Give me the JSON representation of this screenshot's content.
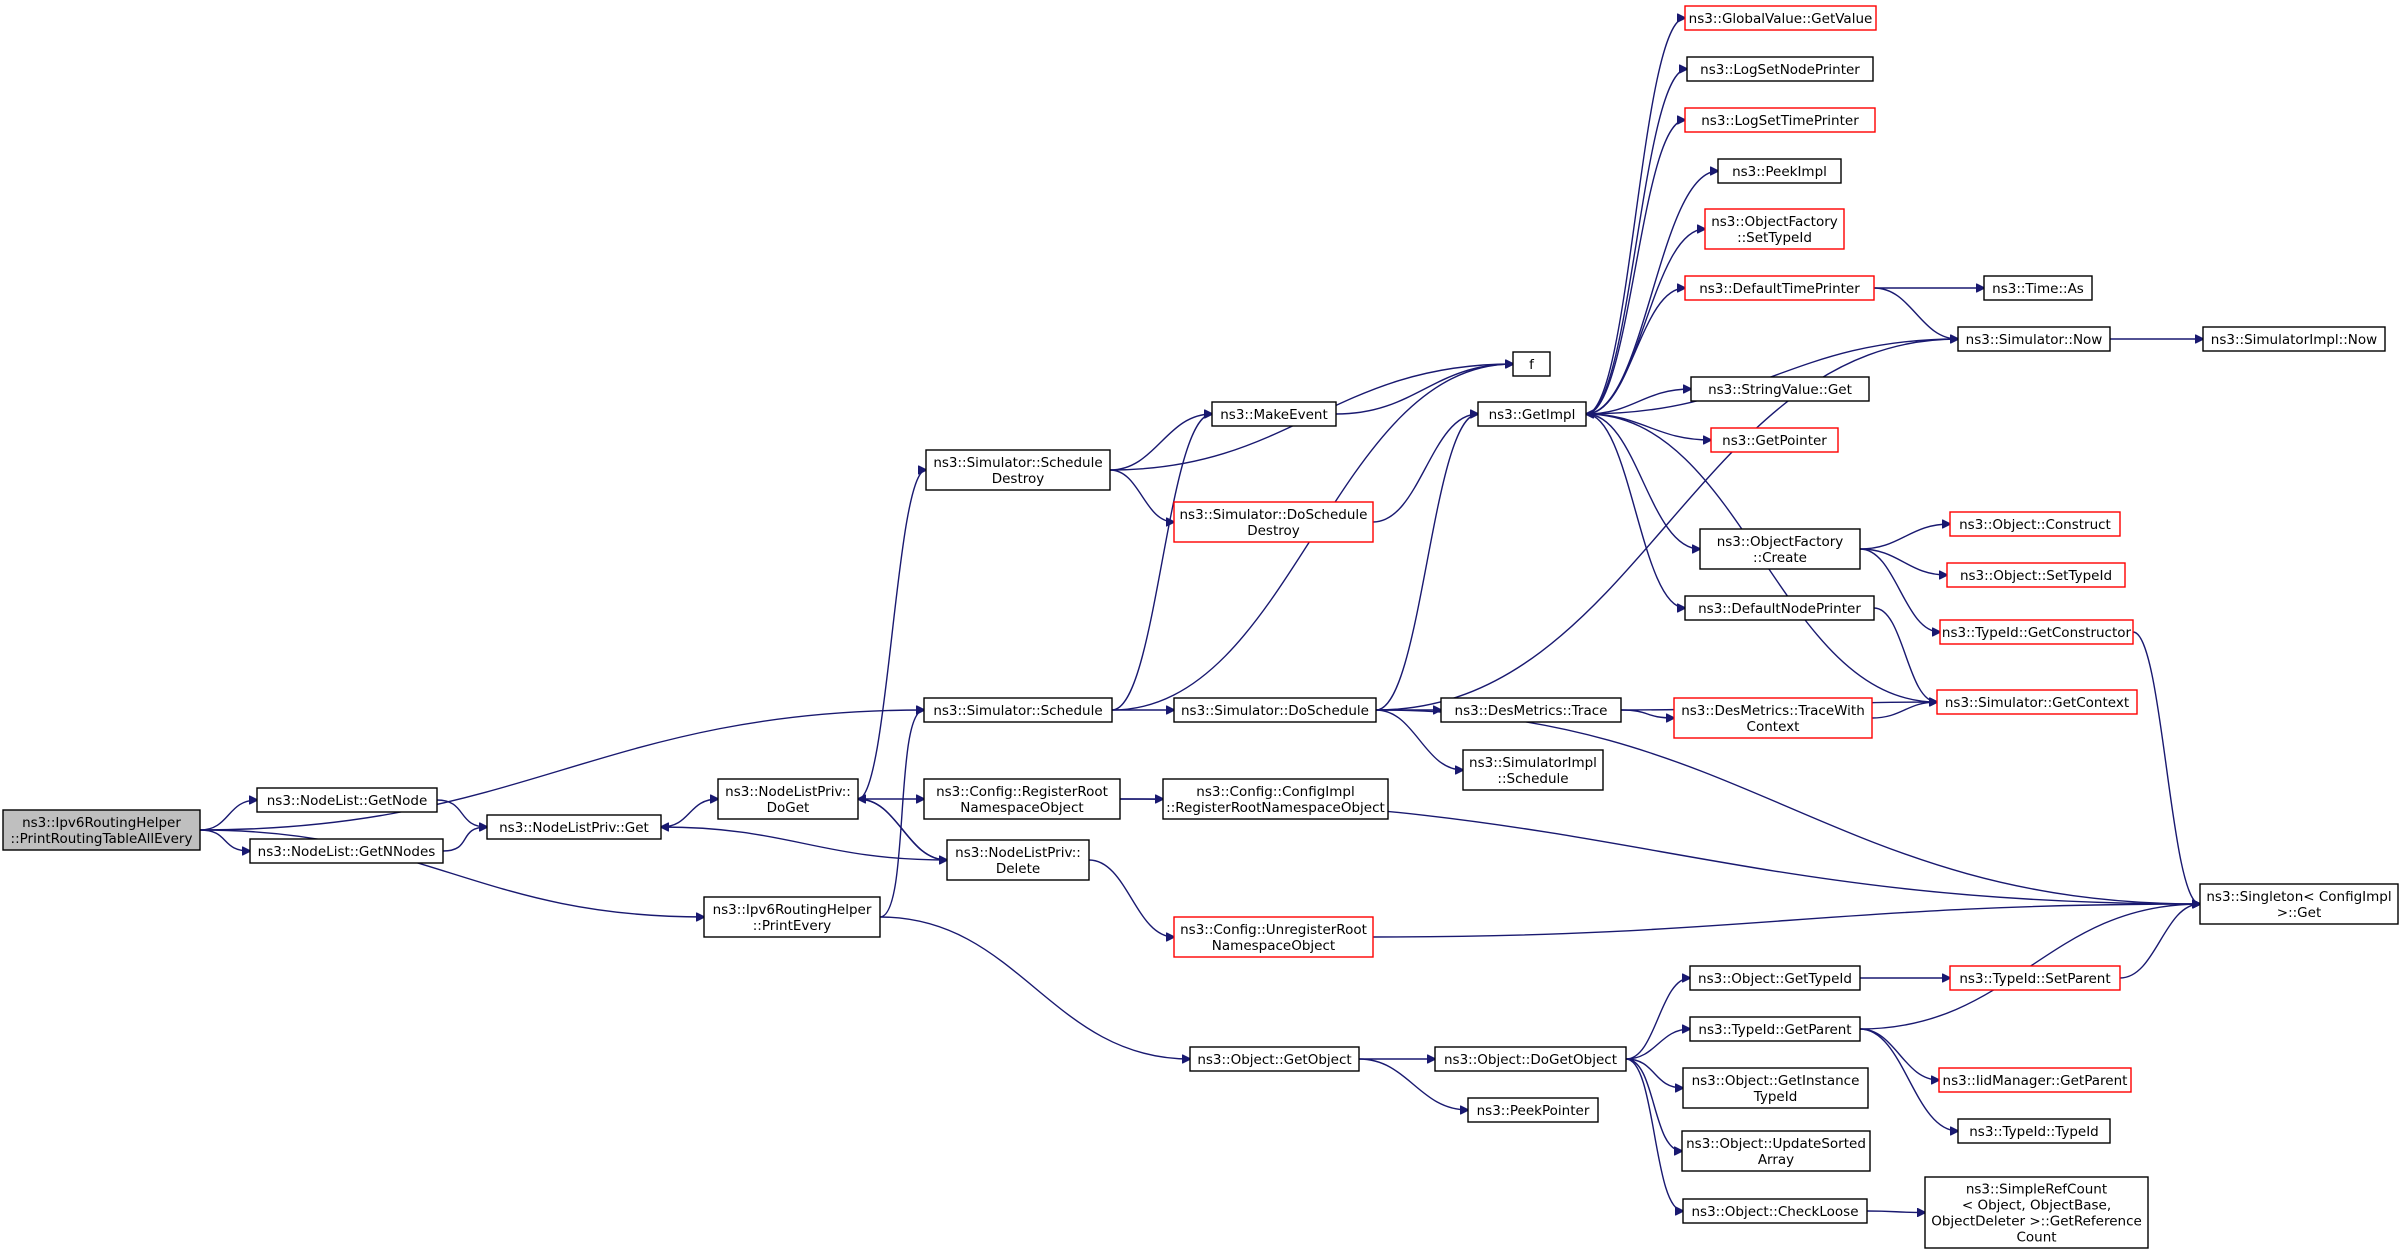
{
  "colors": {
    "edge": "#191970",
    "border_normal": "#000000",
    "border_truncated": "#ff0000",
    "root_fill": "#bfbfbf",
    "fill": "#ffffff"
  },
  "nodes": [
    {
      "id": "root",
      "lines": [
        "ns3::Ipv6RoutingHelper",
        "::PrintRoutingTableAllEvery"
      ],
      "style": "root"
    },
    {
      "id": "getnode",
      "lines": [
        "ns3::NodeList::GetNode"
      ],
      "style": "normal"
    },
    {
      "id": "getnnodes",
      "lines": [
        "ns3::NodeList::GetNNodes"
      ],
      "style": "normal"
    },
    {
      "id": "nlpget",
      "lines": [
        "ns3::NodeListPriv::Get"
      ],
      "style": "normal"
    },
    {
      "id": "nlpdoget",
      "lines": [
        "ns3::NodeListPriv::",
        "DoGet"
      ],
      "style": "normal"
    },
    {
      "id": "nlpdelete",
      "lines": [
        "ns3::NodeListPriv::",
        "Delete"
      ],
      "style": "normal"
    },
    {
      "id": "printevery",
      "lines": [
        "ns3::Ipv6RoutingHelper",
        "::PrintEvery"
      ],
      "style": "normal"
    },
    {
      "id": "schedule",
      "lines": [
        "ns3::Simulator::Schedule"
      ],
      "style": "normal"
    },
    {
      "id": "scheddestroy",
      "lines": [
        "ns3::Simulator::Schedule",
        "Destroy"
      ],
      "style": "normal"
    },
    {
      "id": "cfgregister",
      "lines": [
        "ns3::Config::RegisterRoot",
        "NamespaceObject"
      ],
      "style": "normal"
    },
    {
      "id": "cfgunregister",
      "lines": [
        "ns3::Config::UnregisterRoot",
        "NamespaceObject"
      ],
      "style": "truncated"
    },
    {
      "id": "makeevent",
      "lines": [
        "ns3::MakeEvent"
      ],
      "style": "normal"
    },
    {
      "id": "doschedestroy",
      "lines": [
        "ns3::Simulator::DoSchedule",
        "Destroy"
      ],
      "style": "truncated"
    },
    {
      "id": "doschedule",
      "lines": [
        "ns3::Simulator::DoSchedule"
      ],
      "style": "normal"
    },
    {
      "id": "cfgimplreg",
      "lines": [
        "ns3::Config::ConfigImpl",
        "::RegisterRootNamespaceObject"
      ],
      "style": "normal"
    },
    {
      "id": "f",
      "lines": [
        "f"
      ],
      "style": "normal"
    },
    {
      "id": "getimpl",
      "lines": [
        "ns3::GetImpl"
      ],
      "style": "normal"
    },
    {
      "id": "desmetrics",
      "lines": [
        "ns3::DesMetrics::Trace"
      ],
      "style": "normal"
    },
    {
      "id": "simimplsched",
      "lines": [
        "ns3::SimulatorImpl",
        "::Schedule"
      ],
      "style": "normal"
    },
    {
      "id": "getobject",
      "lines": [
        "ns3::Object::GetObject"
      ],
      "style": "normal"
    },
    {
      "id": "peekpointer",
      "lines": [
        "ns3::PeekPointer"
      ],
      "style": "normal"
    },
    {
      "id": "dogetobject",
      "lines": [
        "ns3::Object::DoGetObject"
      ],
      "style": "normal"
    },
    {
      "id": "gvgetvalue",
      "lines": [
        "ns3::GlobalValue::GetValue"
      ],
      "style": "truncated"
    },
    {
      "id": "lognode",
      "lines": [
        "ns3::LogSetNodePrinter"
      ],
      "style": "normal"
    },
    {
      "id": "logtime",
      "lines": [
        "ns3::LogSetTimePrinter"
      ],
      "style": "truncated"
    },
    {
      "id": "peekimpl",
      "lines": [
        "ns3::PeekImpl"
      ],
      "style": "normal"
    },
    {
      "id": "ofsettypeid",
      "lines": [
        "ns3::ObjectFactory",
        "::SetTypeId"
      ],
      "style": "truncated"
    },
    {
      "id": "deftimeprinter",
      "lines": [
        "ns3::DefaultTimePrinter"
      ],
      "style": "truncated"
    },
    {
      "id": "stringget",
      "lines": [
        "ns3::StringValue::Get"
      ],
      "style": "normal"
    },
    {
      "id": "getpointer",
      "lines": [
        "ns3::GetPointer"
      ],
      "style": "truncated"
    },
    {
      "id": "ofcreate",
      "lines": [
        "ns3::ObjectFactory",
        "::Create"
      ],
      "style": "normal"
    },
    {
      "id": "defnodeprinter",
      "lines": [
        "ns3::DefaultNodePrinter"
      ],
      "style": "normal"
    },
    {
      "id": "tracewith",
      "lines": [
        "ns3::DesMetrics::TraceWith",
        "Context"
      ],
      "style": "truncated"
    },
    {
      "id": "gettypeid",
      "lines": [
        "ns3::Object::GetTypeId"
      ],
      "style": "normal"
    },
    {
      "id": "tidgetparent",
      "lines": [
        "ns3::TypeId::GetParent"
      ],
      "style": "normal"
    },
    {
      "id": "getinstance",
      "lines": [
        "ns3::Object::GetInstance",
        "TypeId"
      ],
      "style": "normal"
    },
    {
      "id": "updatesorted",
      "lines": [
        "ns3::Object::UpdateSorted",
        "Array"
      ],
      "style": "normal"
    },
    {
      "id": "checkloose",
      "lines": [
        "ns3::Object::CheckLoose"
      ],
      "style": "normal"
    },
    {
      "id": "timeas",
      "lines": [
        "ns3::Time::As"
      ],
      "style": "normal"
    },
    {
      "id": "simnow",
      "lines": [
        "ns3::Simulator::Now"
      ],
      "style": "normal"
    },
    {
      "id": "construct",
      "lines": [
        "ns3::Object::Construct"
      ],
      "style": "truncated"
    },
    {
      "id": "objsettypeid",
      "lines": [
        "ns3::Object::SetTypeId"
      ],
      "style": "truncated"
    },
    {
      "id": "getconstructor",
      "lines": [
        "ns3::TypeId::GetConstructor"
      ],
      "style": "truncated"
    },
    {
      "id": "getcontext",
      "lines": [
        "ns3::Simulator::GetContext"
      ],
      "style": "truncated"
    },
    {
      "id": "tidsetparent",
      "lines": [
        "ns3::TypeId::SetParent"
      ],
      "style": "truncated"
    },
    {
      "id": "iidgetparent",
      "lines": [
        "ns3::IidManager::GetParent"
      ],
      "style": "truncated"
    },
    {
      "id": "tidtypeid",
      "lines": [
        "ns3::TypeId::TypeId"
      ],
      "style": "normal"
    },
    {
      "id": "refcount",
      "lines": [
        "ns3::SimpleRefCount",
        "< Object, ObjectBase,",
        "ObjectDeleter >::GetReference",
        "Count"
      ],
      "style": "normal"
    },
    {
      "id": "simimplnow",
      "lines": [
        "ns3::SimulatorImpl::Now"
      ],
      "style": "normal"
    },
    {
      "id": "singleton",
      "lines": [
        "ns3::Singleton< ConfigImpl",
        ">::Get"
      ],
      "style": "normal"
    }
  ],
  "edges": [
    {
      "from": "root",
      "to": "getnode"
    },
    {
      "from": "root",
      "to": "getnnodes"
    },
    {
      "from": "root",
      "to": "schedule"
    },
    {
      "from": "root",
      "to": "printevery"
    },
    {
      "from": "getnode",
      "to": "nlpget"
    },
    {
      "from": "getnnodes",
      "to": "nlpget"
    },
    {
      "from": "nlpget",
      "to": "nlpdoget"
    },
    {
      "from": "nlpdoget",
      "to": "scheddestroy"
    },
    {
      "from": "nlpdoget",
      "to": "cfgregister"
    },
    {
      "from": "nlpdoget",
      "to": "nlpdelete"
    },
    {
      "from": "nlpdelete",
      "to": "nlpdoget"
    },
    {
      "from": "nlpdelete",
      "to": "nlpget"
    },
    {
      "from": "nlpdelete",
      "to": "cfgunregister"
    },
    {
      "from": "printevery",
      "to": "schedule"
    },
    {
      "from": "printevery",
      "to": "getobject"
    },
    {
      "from": "scheddestroy",
      "to": "f"
    },
    {
      "from": "scheddestroy",
      "to": "makeevent"
    },
    {
      "from": "scheddestroy",
      "to": "doschedestroy"
    },
    {
      "from": "schedule",
      "to": "makeevent"
    },
    {
      "from": "schedule",
      "to": "f"
    },
    {
      "from": "schedule",
      "to": "doschedule"
    },
    {
      "from": "makeevent",
      "to": "f"
    },
    {
      "from": "doschedestroy",
      "to": "getimpl"
    },
    {
      "from": "cfgregister",
      "to": "cfgimplreg"
    },
    {
      "from": "cfgregister",
      "to": "singleton"
    },
    {
      "from": "cfgunregister",
      "to": "singleton"
    },
    {
      "from": "doschedule",
      "to": "getimpl"
    },
    {
      "from": "doschedule",
      "to": "simnow"
    },
    {
      "from": "doschedule",
      "to": "desmetrics"
    },
    {
      "from": "doschedule",
      "to": "simimplsched"
    },
    {
      "from": "doschedule",
      "to": "singleton"
    },
    {
      "from": "getimpl",
      "to": "gvgetvalue"
    },
    {
      "from": "getimpl",
      "to": "lognode"
    },
    {
      "from": "getimpl",
      "to": "logtime"
    },
    {
      "from": "getimpl",
      "to": "peekimpl"
    },
    {
      "from": "getimpl",
      "to": "ofsettypeid"
    },
    {
      "from": "getimpl",
      "to": "deftimeprinter"
    },
    {
      "from": "getimpl",
      "to": "stringget"
    },
    {
      "from": "getimpl",
      "to": "getpointer"
    },
    {
      "from": "getimpl",
      "to": "ofcreate"
    },
    {
      "from": "getimpl",
      "to": "defnodeprinter"
    },
    {
      "from": "simnow",
      "to": "getimpl"
    },
    {
      "from": "simnow",
      "to": "simimplnow"
    },
    {
      "from": "deftimeprinter",
      "to": "timeas"
    },
    {
      "from": "deftimeprinter",
      "to": "simnow"
    },
    {
      "from": "defnodeprinter",
      "to": "getcontext"
    },
    {
      "from": "getcontext",
      "to": "getimpl"
    },
    {
      "from": "ofcreate",
      "to": "construct"
    },
    {
      "from": "ofcreate",
      "to": "objsettypeid"
    },
    {
      "from": "ofcreate",
      "to": "getconstructor"
    },
    {
      "from": "getconstructor",
      "to": "singleton"
    },
    {
      "from": "desmetrics",
      "to": "tracewith"
    },
    {
      "from": "desmetrics",
      "to": "getcontext"
    },
    {
      "from": "tracewith",
      "to": "getcontext"
    },
    {
      "from": "getobject",
      "to": "dogetobject"
    },
    {
      "from": "getobject",
      "to": "peekpointer"
    },
    {
      "from": "dogetobject",
      "to": "gettypeid"
    },
    {
      "from": "dogetobject",
      "to": "tidgetparent"
    },
    {
      "from": "dogetobject",
      "to": "getinstance"
    },
    {
      "from": "dogetobject",
      "to": "updatesorted"
    },
    {
      "from": "dogetobject",
      "to": "checkloose"
    },
    {
      "from": "gettypeid",
      "to": "tidsetparent"
    },
    {
      "from": "tidsetparent",
      "to": "singleton"
    },
    {
      "from": "tidgetparent",
      "to": "iidgetparent"
    },
    {
      "from": "tidgetparent",
      "to": "tidtypeid"
    },
    {
      "from": "tidgetparent",
      "to": "singleton"
    },
    {
      "from": "checkloose",
      "to": "refcount"
    }
  ]
}
